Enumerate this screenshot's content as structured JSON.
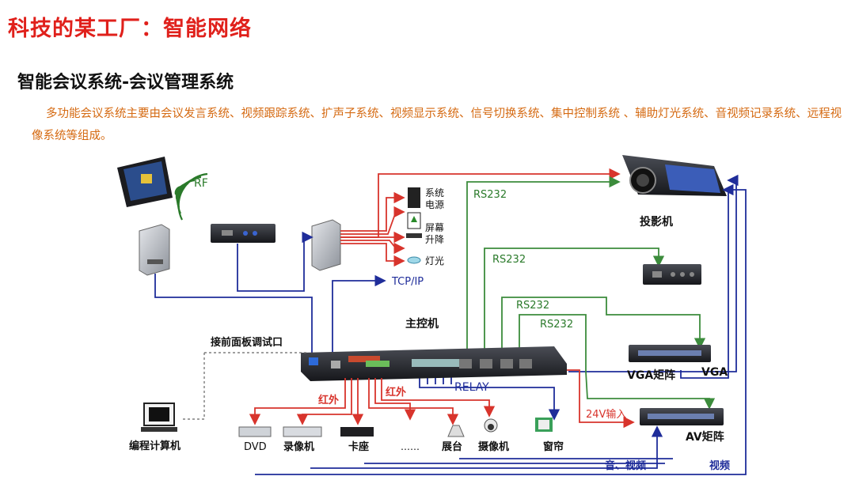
{
  "header": {
    "title": "科技的某工厂：智能网络",
    "subtitle": "智能会议系统-会议管理系统",
    "description": "多功能会议系统主要由会议发言系统、视频跟踪系统、扩声子系统、视频显示系统、信号切换系统、集中控制系统 、辅助灯光系统、音视频记录系统、远程视像系统等组成。"
  },
  "diagram": {
    "rf": "RF",
    "power_line1": "系统",
    "power_line2": "电源",
    "screen_line1": "屏幕",
    "screen_line2": "升降",
    "light": "灯光",
    "tcpip": "TCP/IP",
    "projector": "投影机",
    "rs232_a": "RS232",
    "rs232_b": "RS232",
    "rs232_c": "RS232",
    "rs232_d": "RS232",
    "host": "主控机",
    "front_panel": "接前面板调试口",
    "vga_matrix": "VGA矩阵",
    "vga": "VGA",
    "relay": "RELAY",
    "ir1": "红外",
    "ir2": "红外",
    "v24": "24V输入",
    "av_matrix": "AV矩阵",
    "pc": "编程计算机",
    "dvd": "DVD",
    "recorder": "录像机",
    "cassette": "卡座",
    "dots": "……",
    "booth": "展台",
    "camera": "摄像机",
    "curtain": "窗帘",
    "av_audio": "音、视频",
    "video": "视频"
  },
  "colors": {
    "red": "#d8342c",
    "blue": "#1f2d9a",
    "green": "#3c8c3c",
    "title": "#e0201b",
    "desc": "#d56a12"
  }
}
